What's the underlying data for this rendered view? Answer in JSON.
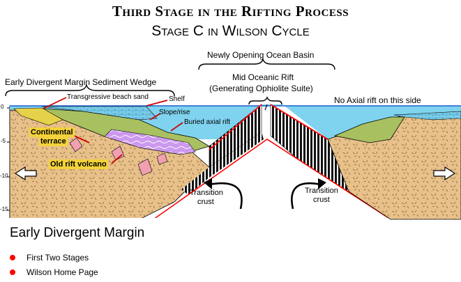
{
  "title": "Third Stage in the Rifting Process",
  "subtitle": "Stage C in Wilson Cycle",
  "labels": {
    "newly_opening": "Newly Opening Ocean Basin",
    "mid_oceanic_rift": "Mid Oceanic Rift",
    "generating": "(Generating Ophiolite Suite)",
    "early_wedge": "Early Divergent Margin Sediment Wedge",
    "transgressive": "Transgressive beach sand",
    "shelf": "Shelf",
    "slope_rise": "Slope/rise",
    "buried_axial": "Buried axial rift",
    "continental_terrace_1": "Continental",
    "continental_terrace_2": "terrace",
    "old_rift_volcano": "Old rift volcano",
    "no_axial": "No Axial rift on this side",
    "transition_left_1": "Transition",
    "transition_left_2": "crust",
    "transition_right_1": "Transition",
    "transition_right_2": "crust",
    "heading": "Early Divergent Margin"
  },
  "depth_ticks": [
    "0",
    "-5",
    "-10",
    "-15"
  ],
  "links": [
    {
      "label": "First Two Stages"
    },
    {
      "label": "Wilson Home Page"
    }
  ],
  "colors": {
    "ocean": "#7fd3ef",
    "continental_crust": "#e8c08a",
    "sediment_green": "#a8c060",
    "salt_purple": "#cc99ee",
    "volcano_pink": "#f0a0b0",
    "highlight_yellow": "#f3d23a",
    "link_bullet": "#ff0000"
  }
}
